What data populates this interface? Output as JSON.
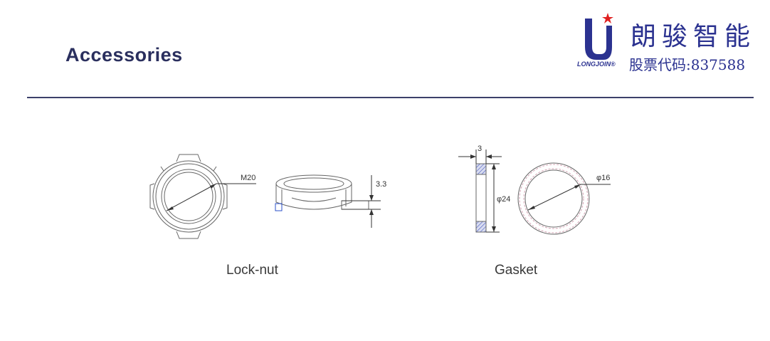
{
  "header": {
    "title": "Accessories",
    "logo": {
      "company_cn": "朗骏智能",
      "brand_en": "LONGJOIN®",
      "stock_text": "股票代码:837588",
      "brand_color": "#2b3290",
      "star_color": "#e02020"
    }
  },
  "diagrams": {
    "locknut": {
      "caption": "Lock-nut",
      "dim_diameter": "M20",
      "dim_thickness": "3.3"
    },
    "gasket": {
      "caption": "Gasket",
      "dim_thickness": "3",
      "dim_outer": "φ24",
      "dim_inner": "φ16"
    }
  }
}
